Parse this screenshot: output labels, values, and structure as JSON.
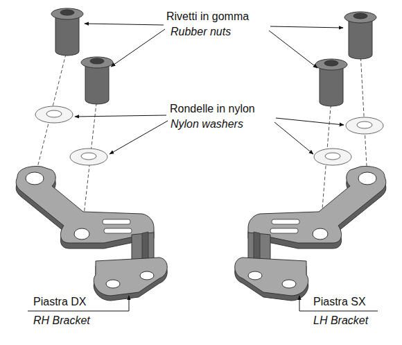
{
  "diagram": {
    "labels": [
      "Rivetti in gomma",
      "Rubber nuts",
      "Rondelle in nylon",
      "Nylon washers",
      "Piastra DX",
      "RH Bracket",
      "Piastra SX",
      "LH Bracket"
    ]
  }
}
